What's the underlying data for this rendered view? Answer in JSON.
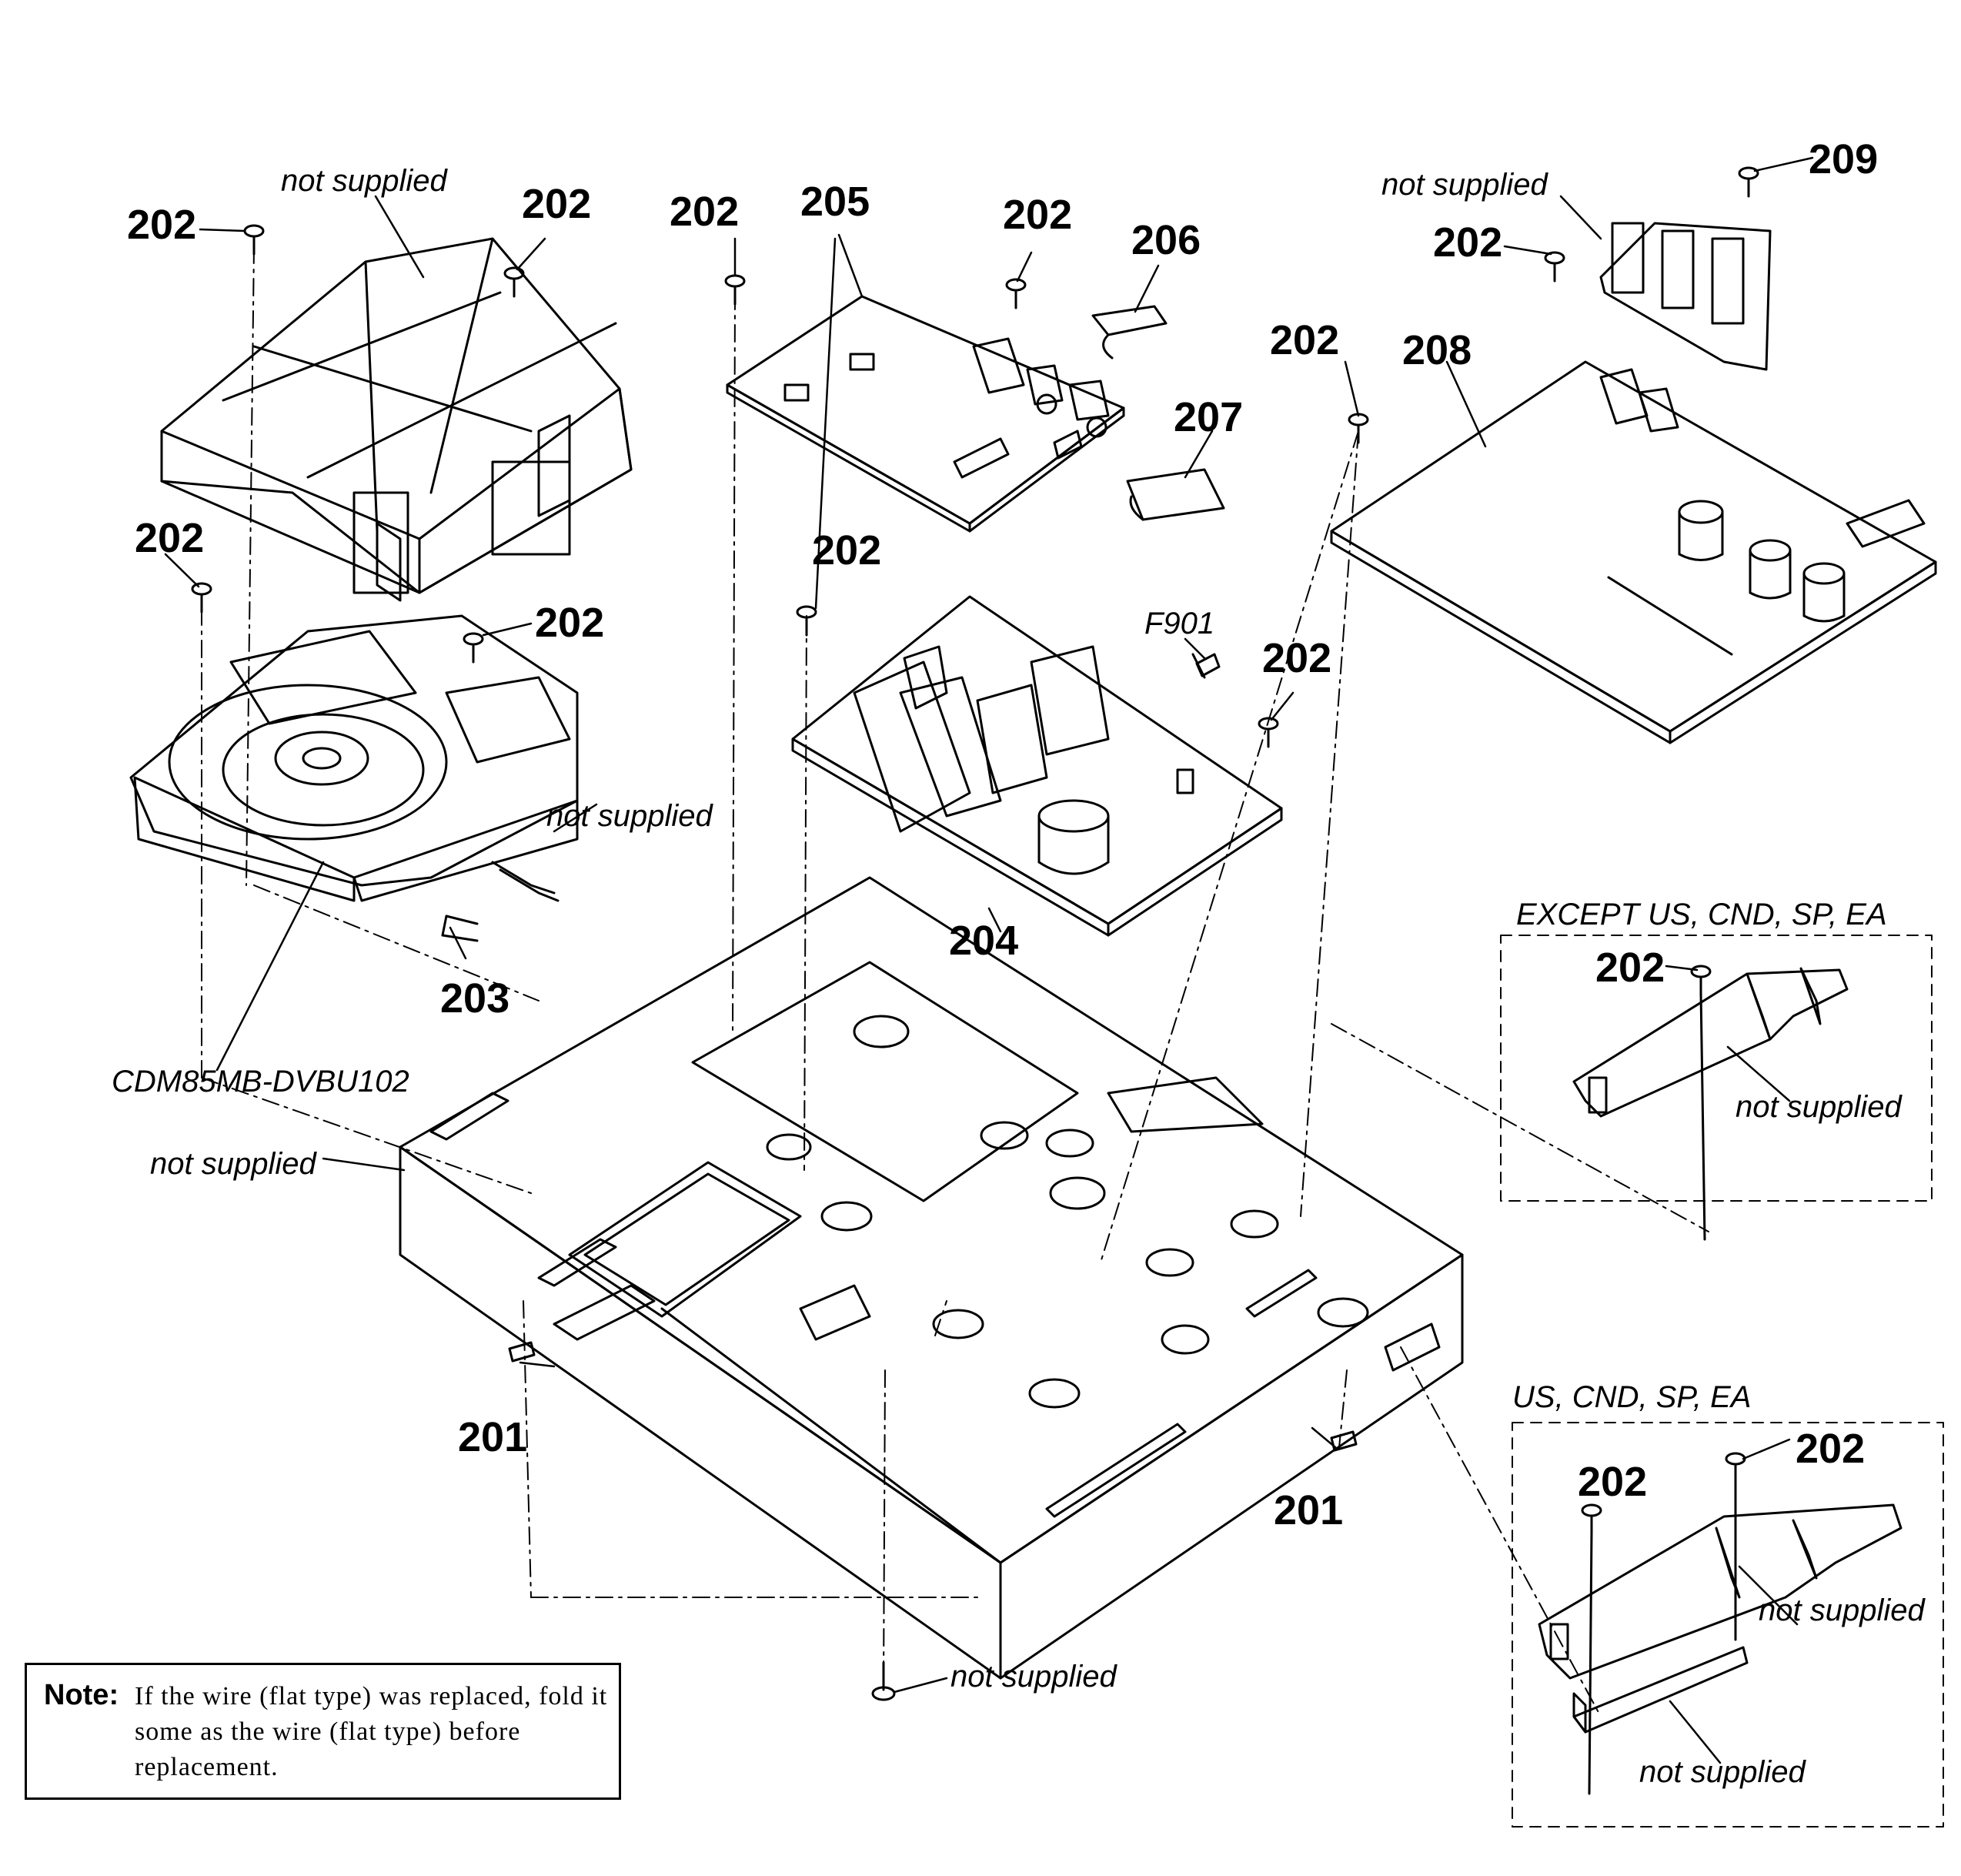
{
  "parts": {
    "p201": "201",
    "p202": "202",
    "p203": "203",
    "p204": "204",
    "p205": "205",
    "p206": "206",
    "p207": "207",
    "p208": "208",
    "p209": "209",
    "fuse": "F901",
    "cd_mechanism": "CDM85MB-DVBU102"
  },
  "not_supplied": "not supplied",
  "regions": {
    "except_label": "EXCEPT US, CND, SP, EA",
    "us_label": "US, CND, SP, EA"
  },
  "note": {
    "label": "Note:",
    "text": "If the wire (flat type) was replaced, fold it some as the wire (flat type) before replacement."
  },
  "colors": {
    "line": "#000000",
    "background": "#ffffff"
  }
}
